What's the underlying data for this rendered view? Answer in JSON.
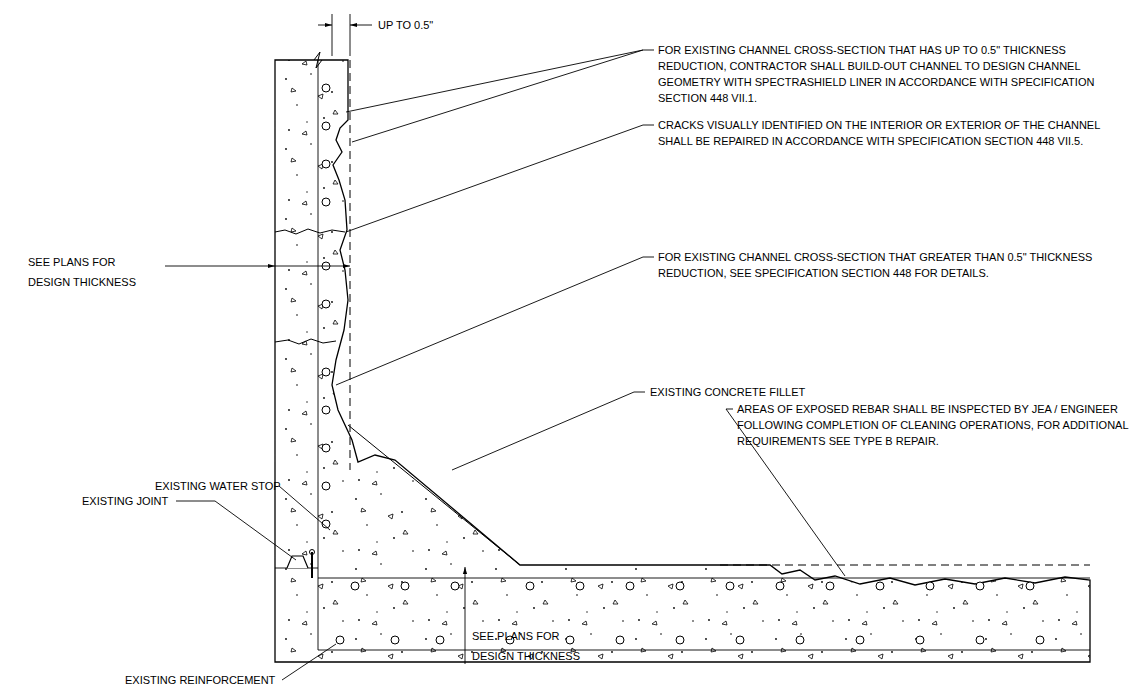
{
  "diagram": {
    "labels": [
      "UP TO 0.5\"",
      "FOR EXISTING CHANNEL CROSS-SECTION THAT HAS UP TO 0.5\" THICKNESS REDUCTION, CONTRACTOR SHALL BUILD-OUT CHANNEL TO DESIGN CHANNEL GEOMETRY WITH SPECTRASHIELD LINER IN ACCORDANCE WITH SPECIFICATION SECTION 448 VII.1.",
      "CRACKS VISUALLY IDENTIFIED ON THE INTERIOR OR EXTERIOR OF THE CHANNEL SHALL BE REPAIRED IN ACCORDANCE WITH SPECIFICATION SECTION 448 VII.5.",
      "SEE PLANS FOR DESIGN THICKNESS",
      "FOR EXISTING CHANNEL CROSS-SECTION THAT GREATER THAN 0.5\" THICKNESS REDUCTION, SEE SPECIFICATION SECTION 448 FOR DETAILS.",
      "EXISTING CONCRETE FILLET",
      "AREAS OF EXPOSED REBAR SHALL BE INSPECTED BY JEA / ENGINEER FOLLOWING COMPLETION OF CLEANING OPERATIONS, FOR ADDITIONAL REQUIREMENTS SEE TYPE B REPAIR.",
      "EXISTING WATER STOP",
      "EXISTING JOINT",
      "EXISTING REINFORCEMENT",
      "SEE PLANS FOR DESIGN THICKNESS"
    ]
  }
}
